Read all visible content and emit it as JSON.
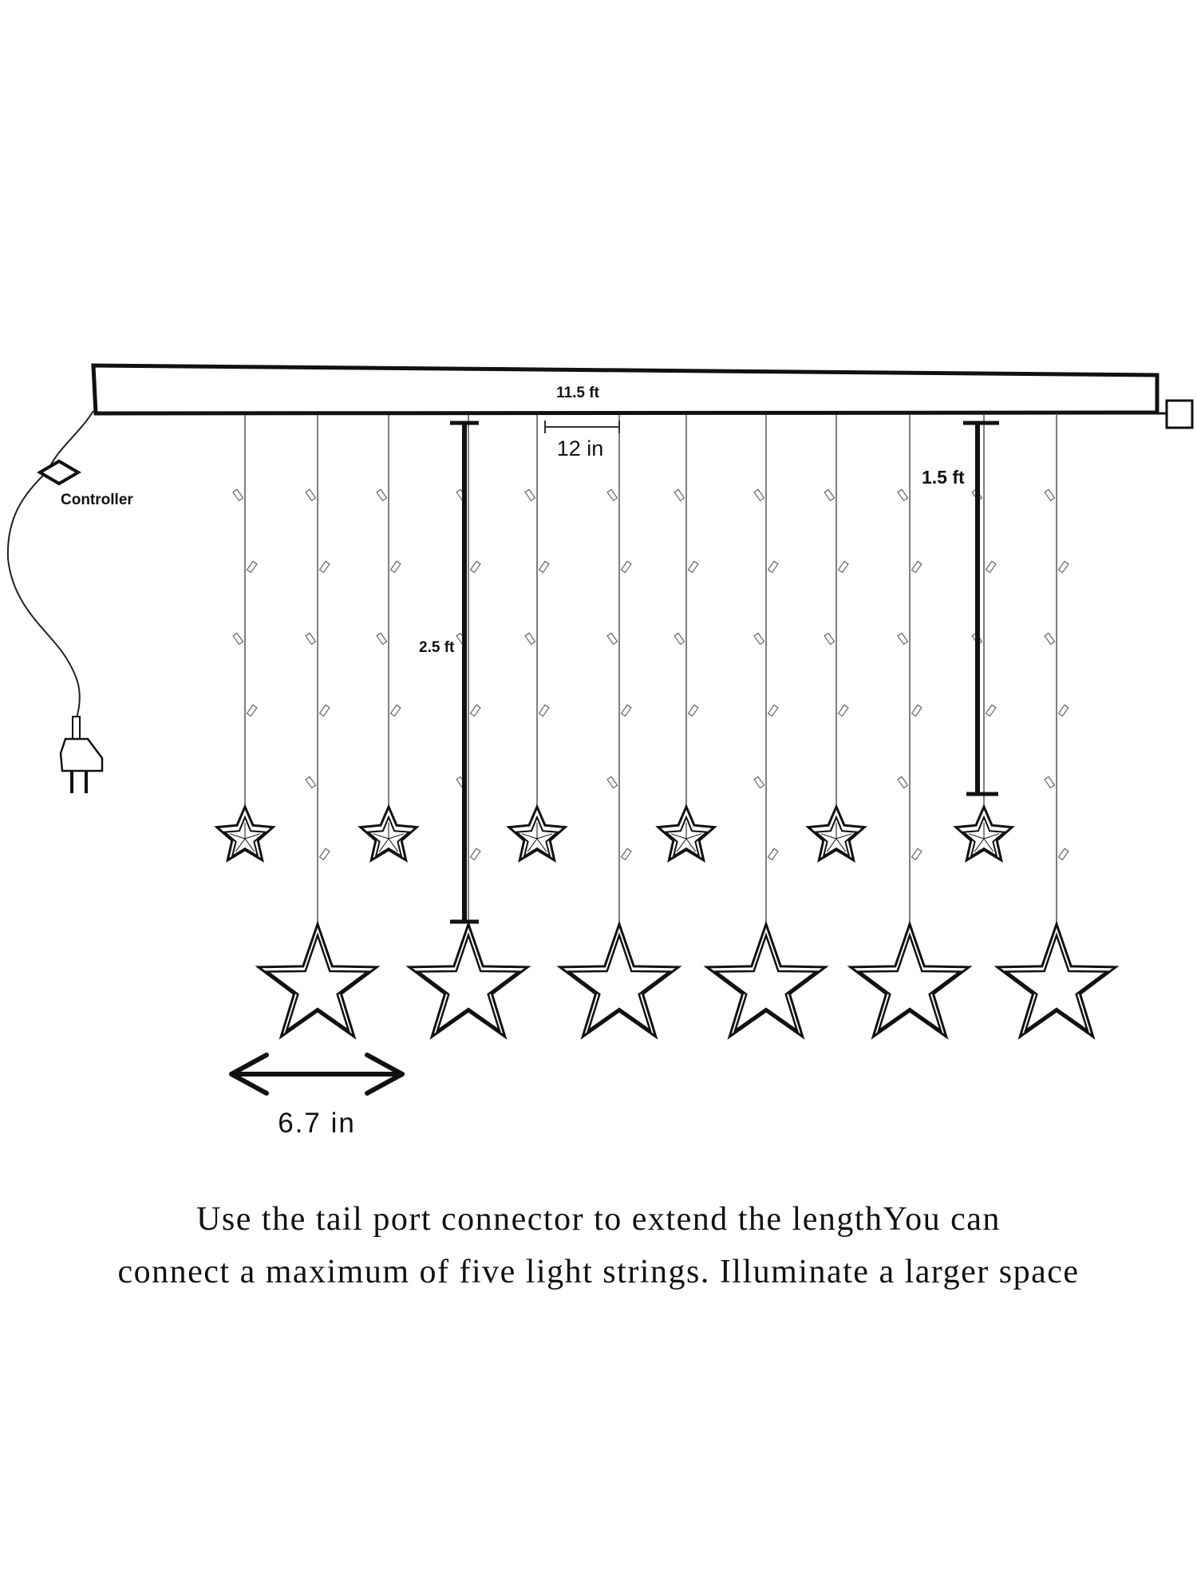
{
  "labels": {
    "rail_length": "11.5 ft",
    "string_spacing": "12 in",
    "short_drop": "1.5 ft",
    "long_drop": "2.5 ft",
    "controller": "Controller",
    "star_width": "6.7 in"
  },
  "caption": {
    "line1": "Use the tail port connector to extend the lengthYou can",
    "line2": "connect a maximum of five light strings. Illuminate a larger space"
  },
  "colors": {
    "ink": "#111111",
    "wire": "#555555",
    "background": "#ffffff"
  },
  "icons": [
    "plug-icon",
    "controller-icon",
    "tail-connector-icon",
    "star-icon",
    "double-arrow-icon"
  ]
}
